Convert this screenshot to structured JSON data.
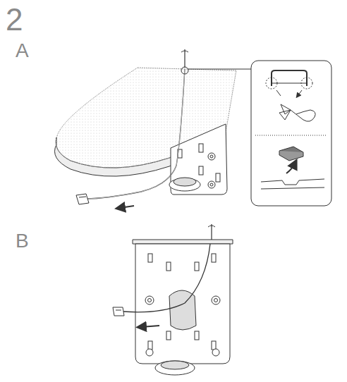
{
  "diagram": {
    "labels": [
      "2",
      "A",
      "B"
    ]
  }
}
